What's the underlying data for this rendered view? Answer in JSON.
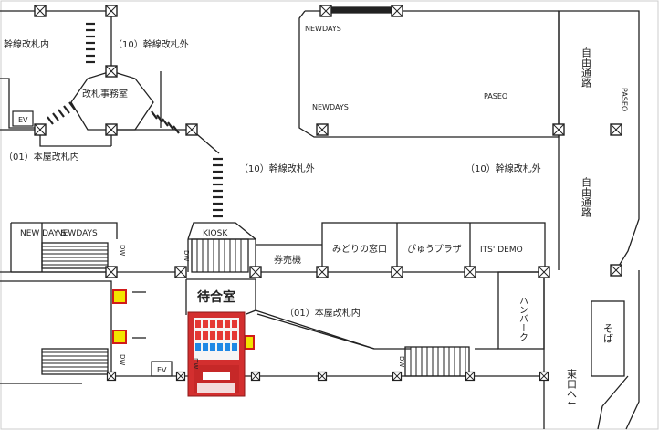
{
  "labels": {
    "shinkansen_inside": "幹線改札内",
    "ticket_office": "改札事務室",
    "ev_top": "EV",
    "honya_inside_left": "（01）本屋改札内",
    "outside_top": "（10）幹線改札外",
    "outside_mid": "（10）幹線改札外",
    "outside_right": "（10）幹線改札外",
    "newdays_a": "NEWDAYS",
    "newdays_b": "NEWDAYS",
    "paseo_shop": "PASEO",
    "paseo_road": "PASEO",
    "jiyu_road_top": "自由通路",
    "jiyu_road_mid": "自由通路",
    "kiosk": "KIOSK",
    "newdays_left": "NEW DAY S",
    "newdays_left_2": "NEWDAYS",
    "ticket_machine": "券売機",
    "midori": "みどりの窓口",
    "hyuga_plaza": "ぴゅうプラザ",
    "its_demo": "ITS' DEMO",
    "waiting_room": "待合室",
    "honya_inside_mid": "（01）本屋改札内",
    "hamburg": "ハンバーク",
    "soba": "そば",
    "east_exit": "東口へ↓",
    "ev_bottom": "EV",
    "dw_1": "DW",
    "dw_2": "DW",
    "dw_3": "DW",
    "dw_4": "DW",
    "dw_5": "DW"
  },
  "colors": {
    "line": "#222222",
    "pillar": "#ffffff",
    "extinguisher_fill": "#f2e400",
    "extinguisher_border": "#d11a1a",
    "vending_red": "#d32f2f",
    "vending_light": "#f5f5f5"
  }
}
